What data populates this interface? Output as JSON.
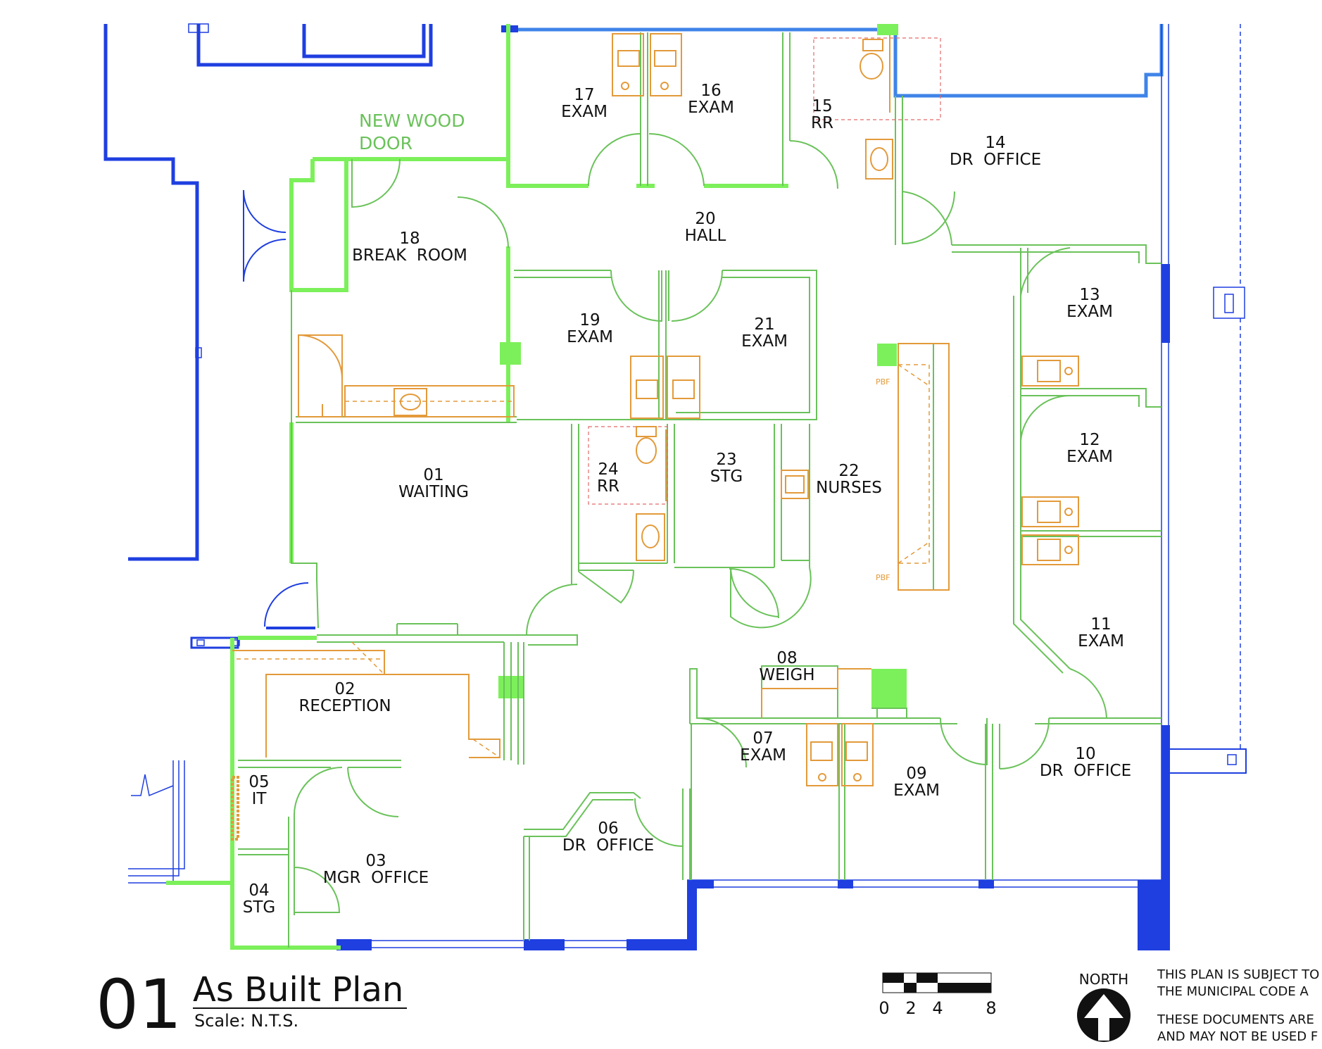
{
  "rooms": [
    {
      "id": "r17",
      "number": "17",
      "name": "EXAM"
    },
    {
      "id": "r16",
      "number": "16",
      "name": "EXAM"
    },
    {
      "id": "r15",
      "number": "15",
      "name": "RR"
    },
    {
      "id": "r14",
      "number": "14",
      "name": "DR  OFFICE"
    },
    {
      "id": "r20",
      "number": "20",
      "name": "HALL"
    },
    {
      "id": "r18",
      "number": "18",
      "name": "BREAK  ROOM"
    },
    {
      "id": "r13",
      "number": "13",
      "name": "EXAM"
    },
    {
      "id": "r19",
      "number": "19",
      "name": "EXAM"
    },
    {
      "id": "r21",
      "number": "21",
      "name": "EXAM"
    },
    {
      "id": "r12",
      "number": "12",
      "name": "EXAM"
    },
    {
      "id": "r01",
      "number": "01",
      "name": "WAITING"
    },
    {
      "id": "r24",
      "number": "24",
      "name": "RR"
    },
    {
      "id": "r23",
      "number": "23",
      "name": "STG"
    },
    {
      "id": "r22",
      "number": "22",
      "name": "NURSES"
    },
    {
      "id": "r11",
      "number": "11",
      "name": "EXAM"
    },
    {
      "id": "r08",
      "number": "08",
      "name": "WEIGH"
    },
    {
      "id": "r02",
      "number": "02",
      "name": "RECEPTION"
    },
    {
      "id": "r07",
      "number": "07",
      "name": "EXAM"
    },
    {
      "id": "r10",
      "number": "10",
      "name": "DR  OFFICE"
    },
    {
      "id": "r09",
      "number": "09",
      "name": "EXAM"
    },
    {
      "id": "r05",
      "number": "05",
      "name": "IT"
    },
    {
      "id": "r06",
      "number": "06",
      "name": "DR  OFFICE"
    },
    {
      "id": "r03",
      "number": "03",
      "name": "MGR  OFFICE"
    },
    {
      "id": "r04",
      "number": "04",
      "name": "STG"
    }
  ],
  "annotations": {
    "new_wood_door_line1": "NEW WOOD",
    "new_wood_door_line2": "DOOR",
    "pbf_top": "PBF",
    "pbf_bottom": "PBF"
  },
  "title_block": {
    "drawing_number": "01",
    "title": "As Built Plan",
    "scale": "Scale: N.T.S."
  },
  "scale_bar": {
    "labels": [
      "0",
      "2",
      "4",
      "8"
    ]
  },
  "north": {
    "label": "NORTH"
  },
  "notes": {
    "line1": "THIS PLAN IS SUBJECT TO",
    "line2": "THE MUNICIPAL CODE A",
    "line3": "THESE DOCUMENTS ARE",
    "line4": "AND MAY NOT BE USED F"
  },
  "colors": {
    "new_wall": "#6ac25a",
    "new_wall_heavy": "#7cf05a",
    "existing_wall": "#1f3fe0",
    "existing_wall_light": "#3f84e8",
    "fixtures": "#e39a3a",
    "text": "#111111"
  }
}
